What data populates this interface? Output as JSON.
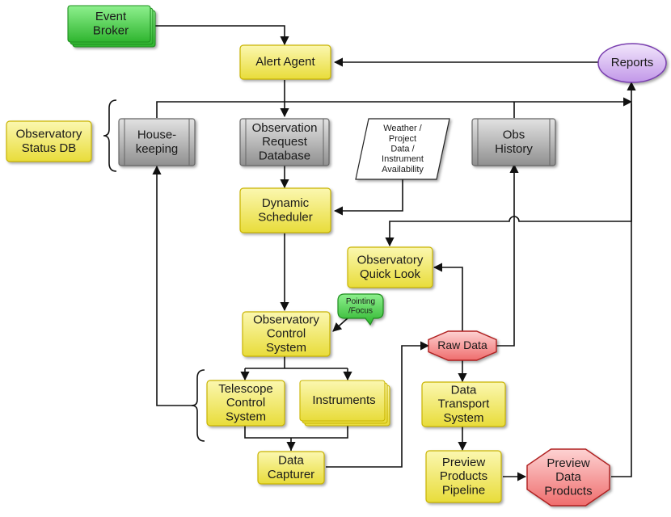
{
  "nodes": {
    "event_broker": [
      "Event",
      "Broker"
    ],
    "alert_agent": [
      "Alert Agent"
    ],
    "reports": [
      "Reports"
    ],
    "obs_status_db": [
      "Observatory",
      "Status DB"
    ],
    "housekeeping": [
      "House-",
      "keeping"
    ],
    "obs_request_db": [
      "Observation",
      "Request",
      "Database"
    ],
    "weather": [
      "Weather /",
      "Project",
      "Data /",
      "Instrument",
      "Availability"
    ],
    "obs_history": [
      "Obs",
      "History"
    ],
    "dynamic_scheduler": [
      "Dynamic",
      "Scheduler"
    ],
    "quick_look": [
      "Observatory",
      "Quick Look"
    ],
    "pointing_focus": [
      "Pointing",
      "/Focus"
    ],
    "obs_control": [
      "Observatory",
      "Control",
      "System"
    ],
    "raw_data": [
      "Raw Data"
    ],
    "telescope_control": [
      "Telescope",
      "Control",
      "System"
    ],
    "instruments": [
      "Instruments"
    ],
    "data_transport": [
      "Data",
      "Transport",
      "System"
    ],
    "data_capturer": [
      "Data",
      "Capturer"
    ],
    "preview_pipeline": [
      "Preview",
      "Products",
      "Pipeline"
    ],
    "preview_products": [
      "Preview",
      "Data",
      "Products"
    ]
  },
  "colors": {
    "yellow_fill": "#f4ec6a",
    "yellow_stroke": "#c9b400",
    "green_fill": "#4fcf4f",
    "green_stroke": "#1f8f1f",
    "gray_fill": "#b0b0b0",
    "gray_stroke": "#666666",
    "purple_fill": "#d7b8f0",
    "purple_stroke": "#7a3fb0",
    "red_fill": "#f79a9a",
    "red_stroke": "#b02020",
    "line": "#111111"
  }
}
